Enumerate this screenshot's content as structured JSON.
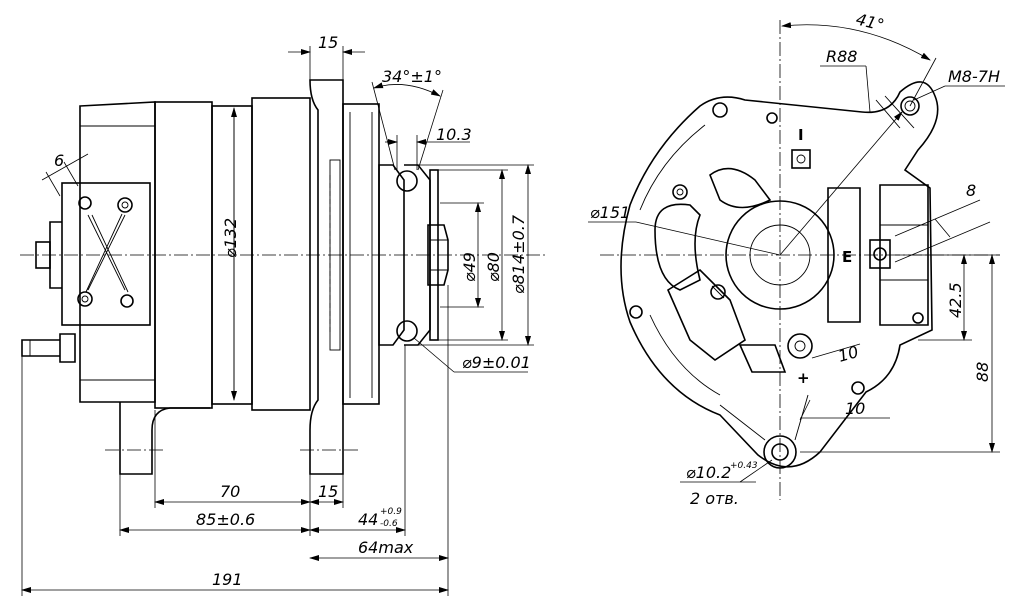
{
  "side_view": {
    "dim_flange_width": "15",
    "dim_angle": "34°±1°",
    "dim_groove_width": "10.3",
    "dim_body_dia": "⌀132",
    "dim_hub_dia": "⌀49",
    "dim_pulley_inner_dia": "⌀80",
    "dim_pulley_outer_dia": "⌀814±0.7",
    "dim_belt_dia": "⌀9±0.01",
    "dim_terminal": "6",
    "dim_70": "70",
    "dim_foot_15": "15",
    "dim_85": "85±0.6",
    "dim_44": "44",
    "dim_44_tol_upper": "+0.9",
    "dim_44_tol_lower": "-0.6",
    "dim_64max": "64max",
    "dim_191": "191"
  },
  "front_view": {
    "dim_41": "41°",
    "dim_r88": "R88",
    "dim_thread": "M8-7H",
    "dim_151": "⌀151",
    "dim_8": "8",
    "dim_42_5": "42.5",
    "dim_88": "88",
    "dim_10_a": "10",
    "dim_10_b": "10",
    "dim_hole": "⌀10.2",
    "dim_hole_tol": "+0.43",
    "dim_hole_count": "2 отв.",
    "mark_i": "I",
    "mark_e": "E",
    "mark_plus": "+"
  }
}
